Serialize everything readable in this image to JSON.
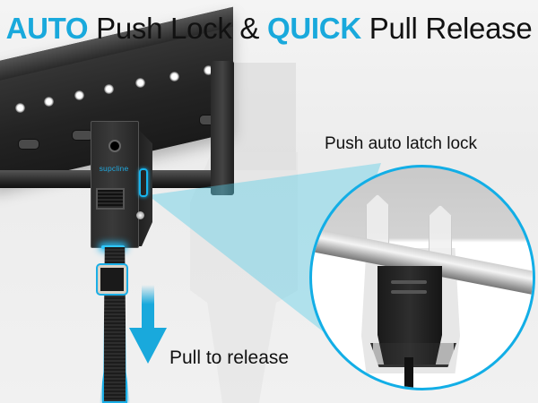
{
  "headline": {
    "accent_1": "AUTO",
    "text_1": " Push Lock & ",
    "accent_2": "QUICK",
    "text_2": " Pull Release"
  },
  "callouts": {
    "push": "Push auto latch lock",
    "pull": "Pull to release"
  },
  "product": {
    "brand_label": "supcline",
    "components": [
      "wall-mount-rail",
      "latch-bracket",
      "pull-strap",
      "strap-buckle",
      "zoom-detail-circle"
    ]
  },
  "icons": {
    "arrow": "arrow-down-icon"
  },
  "colors": {
    "accent": "#19a9dc",
    "text": "#111111",
    "background": "#efefef",
    "glow": "#17b4ee",
    "beam": "#58cce8"
  }
}
